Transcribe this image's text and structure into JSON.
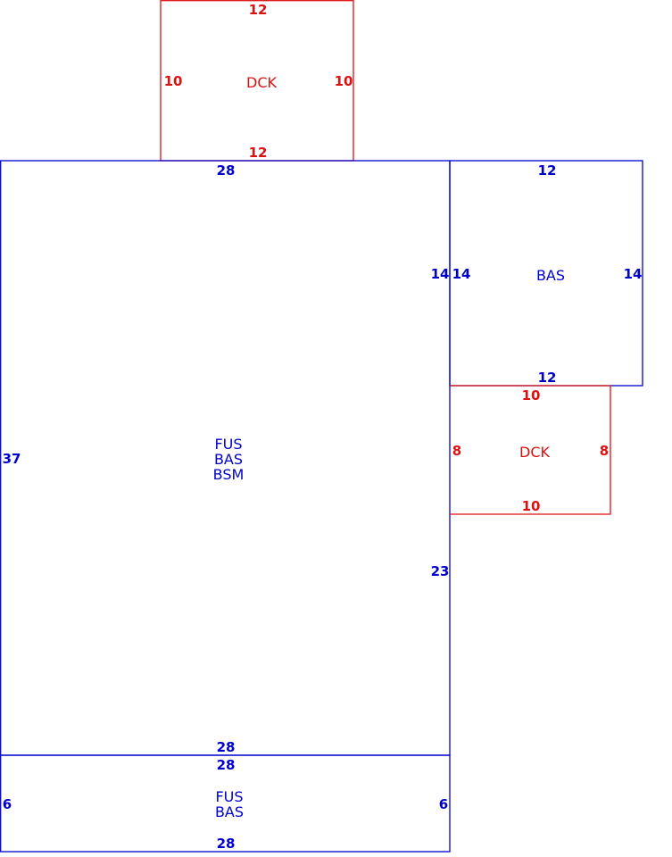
{
  "colors": {
    "living": "#0000cc",
    "deck": "#dd1111",
    "background": "#ffffff"
  },
  "sections": {
    "dck_top": {
      "codes": [
        "DCK"
      ],
      "dims": {
        "top": "12",
        "bottom": "12",
        "left": "10",
        "right": "10"
      }
    },
    "main": {
      "codes": [
        "FUS",
        "BAS",
        "BSM"
      ],
      "dims": {
        "top": "28",
        "bottom": "28",
        "left": "37",
        "right_upper": "14",
        "right_lower": "23"
      }
    },
    "bas_right": {
      "codes": [
        "BAS"
      ],
      "dims": {
        "top": "12",
        "bottom": "12",
        "left": "14",
        "right": "14"
      }
    },
    "dck_right": {
      "codes": [
        "DCK"
      ],
      "dims": {
        "top": "10",
        "bottom": "10",
        "left": "8",
        "right": "8"
      }
    },
    "bottom_strip": {
      "codes": [
        "FUS",
        "BAS"
      ],
      "dims": {
        "top": "28",
        "bottom": "28",
        "left": "6",
        "right": "6"
      }
    }
  }
}
